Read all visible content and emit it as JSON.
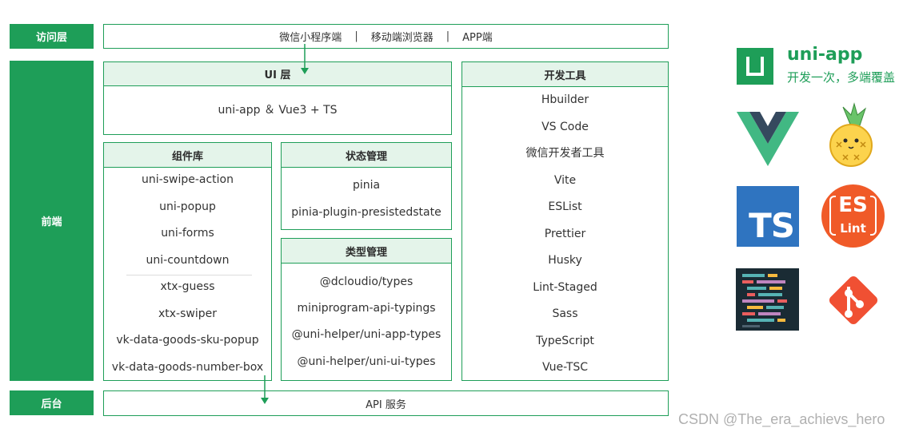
{
  "layers": {
    "access_label": "访问层",
    "frontend_label": "前端",
    "backend_label": "后台"
  },
  "access": {
    "items": [
      "微信小程序端",
      "移动端浏览器",
      "APP端"
    ],
    "separator": "|"
  },
  "ui_layer": {
    "title": "UI 层",
    "content": "uni-app ＆ Vue3 + TS"
  },
  "components": {
    "title": "组件库",
    "group1": [
      "uni-swipe-action",
      "uni-popup",
      "uni-forms",
      "uni-countdown"
    ],
    "group2": [
      "xtx-guess",
      "xtx-swiper",
      "vk-data-goods-sku-popup",
      "vk-data-goods-number-box"
    ]
  },
  "state": {
    "title": "状态管理",
    "items": [
      "pinia",
      "pinia-plugin-presistedstate"
    ]
  },
  "types": {
    "title": "类型管理",
    "items": [
      "@dcloudio/types",
      "miniprogram-api-typings",
      "@uni-helper/uni-app-types",
      "@uni-helper/uni-ui-types"
    ]
  },
  "tools": {
    "title": "开发工具",
    "items": [
      "Hbuilder",
      "VS Code",
      "微信开发者工具",
      "Vite",
      "ESList",
      "Prettier",
      "Husky",
      "Lint-Staged",
      "Sass",
      "TypeScript",
      "Vue-TSC"
    ]
  },
  "backend": {
    "content": "API 服务"
  },
  "brand": {
    "name": "uni-app",
    "slogan": "开发一次，多端覆盖",
    "color": "#1e9e58"
  },
  "logos": {
    "ts_text": "TS",
    "eslint_top": "ES",
    "eslint_bottom": "Lint"
  },
  "watermark": "CSDN @The_era_achievs_hero"
}
